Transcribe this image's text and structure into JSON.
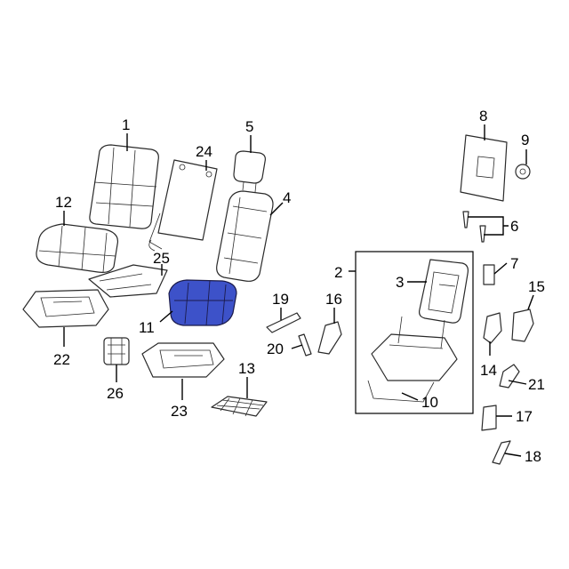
{
  "diagram": {
    "highlight_color": "#3d52c9",
    "callouts": [
      {
        "id": "1",
        "label": "1"
      },
      {
        "id": "2",
        "label": "2"
      },
      {
        "id": "3",
        "label": "3"
      },
      {
        "id": "4",
        "label": "4"
      },
      {
        "id": "5",
        "label": "5"
      },
      {
        "id": "6",
        "label": "6"
      },
      {
        "id": "7",
        "label": "7"
      },
      {
        "id": "8",
        "label": "8"
      },
      {
        "id": "9",
        "label": "9"
      },
      {
        "id": "10",
        "label": "10"
      },
      {
        "id": "11",
        "label": "11"
      },
      {
        "id": "12",
        "label": "12"
      },
      {
        "id": "13",
        "label": "13"
      },
      {
        "id": "14",
        "label": "14"
      },
      {
        "id": "15",
        "label": "15"
      },
      {
        "id": "16",
        "label": "16"
      },
      {
        "id": "17",
        "label": "17"
      },
      {
        "id": "18",
        "label": "18"
      },
      {
        "id": "19",
        "label": "19"
      },
      {
        "id": "20",
        "label": "20"
      },
      {
        "id": "21",
        "label": "21"
      },
      {
        "id": "22",
        "label": "22"
      },
      {
        "id": "23",
        "label": "23"
      },
      {
        "id": "24",
        "label": "24"
      },
      {
        "id": "25",
        "label": "25"
      },
      {
        "id": "26",
        "label": "26"
      }
    ],
    "highlighted_part": "11"
  }
}
